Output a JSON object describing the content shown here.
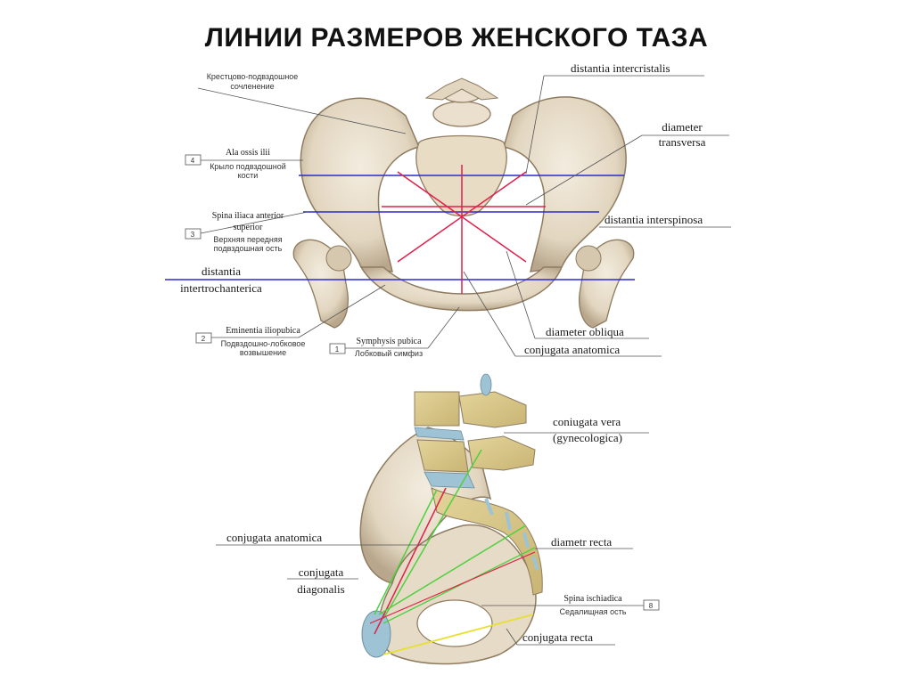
{
  "title": "ЛИНИИ РАЗМЕРОВ ЖЕНСКОГО ТАЗА",
  "colors": {
    "bone": "#e7ddcb",
    "bone_shadow": "#b9a98f",
    "spongy": "#d9c890",
    "disc": "#9ec3d4",
    "blue_line": "#2a2ad0",
    "red_line": "#e0204a",
    "green_line": "#4fd040",
    "yellow_line": "#e8e030"
  },
  "top_figure": {
    "left_labels": {
      "sacroiliac_joint": [
        "Крестцово-подвздошное",
        "сочленение"
      ],
      "ala": {
        "number": "4",
        "latin": "Ala ossis ilii",
        "ru": [
          "Крыло подвздошной",
          "кости"
        ]
      },
      "spina": {
        "number": "3",
        "latin": [
          "Spina iliaca anterior",
          "superior"
        ],
        "ru": [
          "Верхняя передняя",
          "подвздошная ость"
        ]
      },
      "intertrochanterica": [
        "distantia",
        "intertrochanterica"
      ],
      "eminentia": {
        "number": "2",
        "latin": "Eminentia iliopubica",
        "ru": [
          "Подвздошно-лобковое",
          "возвышение"
        ]
      },
      "symphysis": {
        "number": "1",
        "latin": "Symphysis pubica",
        "ru": "Лобковый симфиз"
      }
    },
    "right_labels": {
      "intercristalis": "distantia intercristalis",
      "transversa": [
        "diameter",
        "transversa"
      ],
      "interspinosa": "distantia interspinosa",
      "obliqua": "diameter obliqua",
      "anatomica": "conjugata anatomica"
    }
  },
  "bottom_figure": {
    "vera": [
      "coniugata vera",
      "(gynecologica)"
    ],
    "anatomica": "conjugata anatomica",
    "recta_diam": "diametr recta",
    "diagonalis": [
      "conjugata",
      "diagonalis"
    ],
    "spina": {
      "number": "8",
      "latin": "Spina ischiadica",
      "ru": "Седалищная ость"
    },
    "recta": "conjugata recta"
  }
}
